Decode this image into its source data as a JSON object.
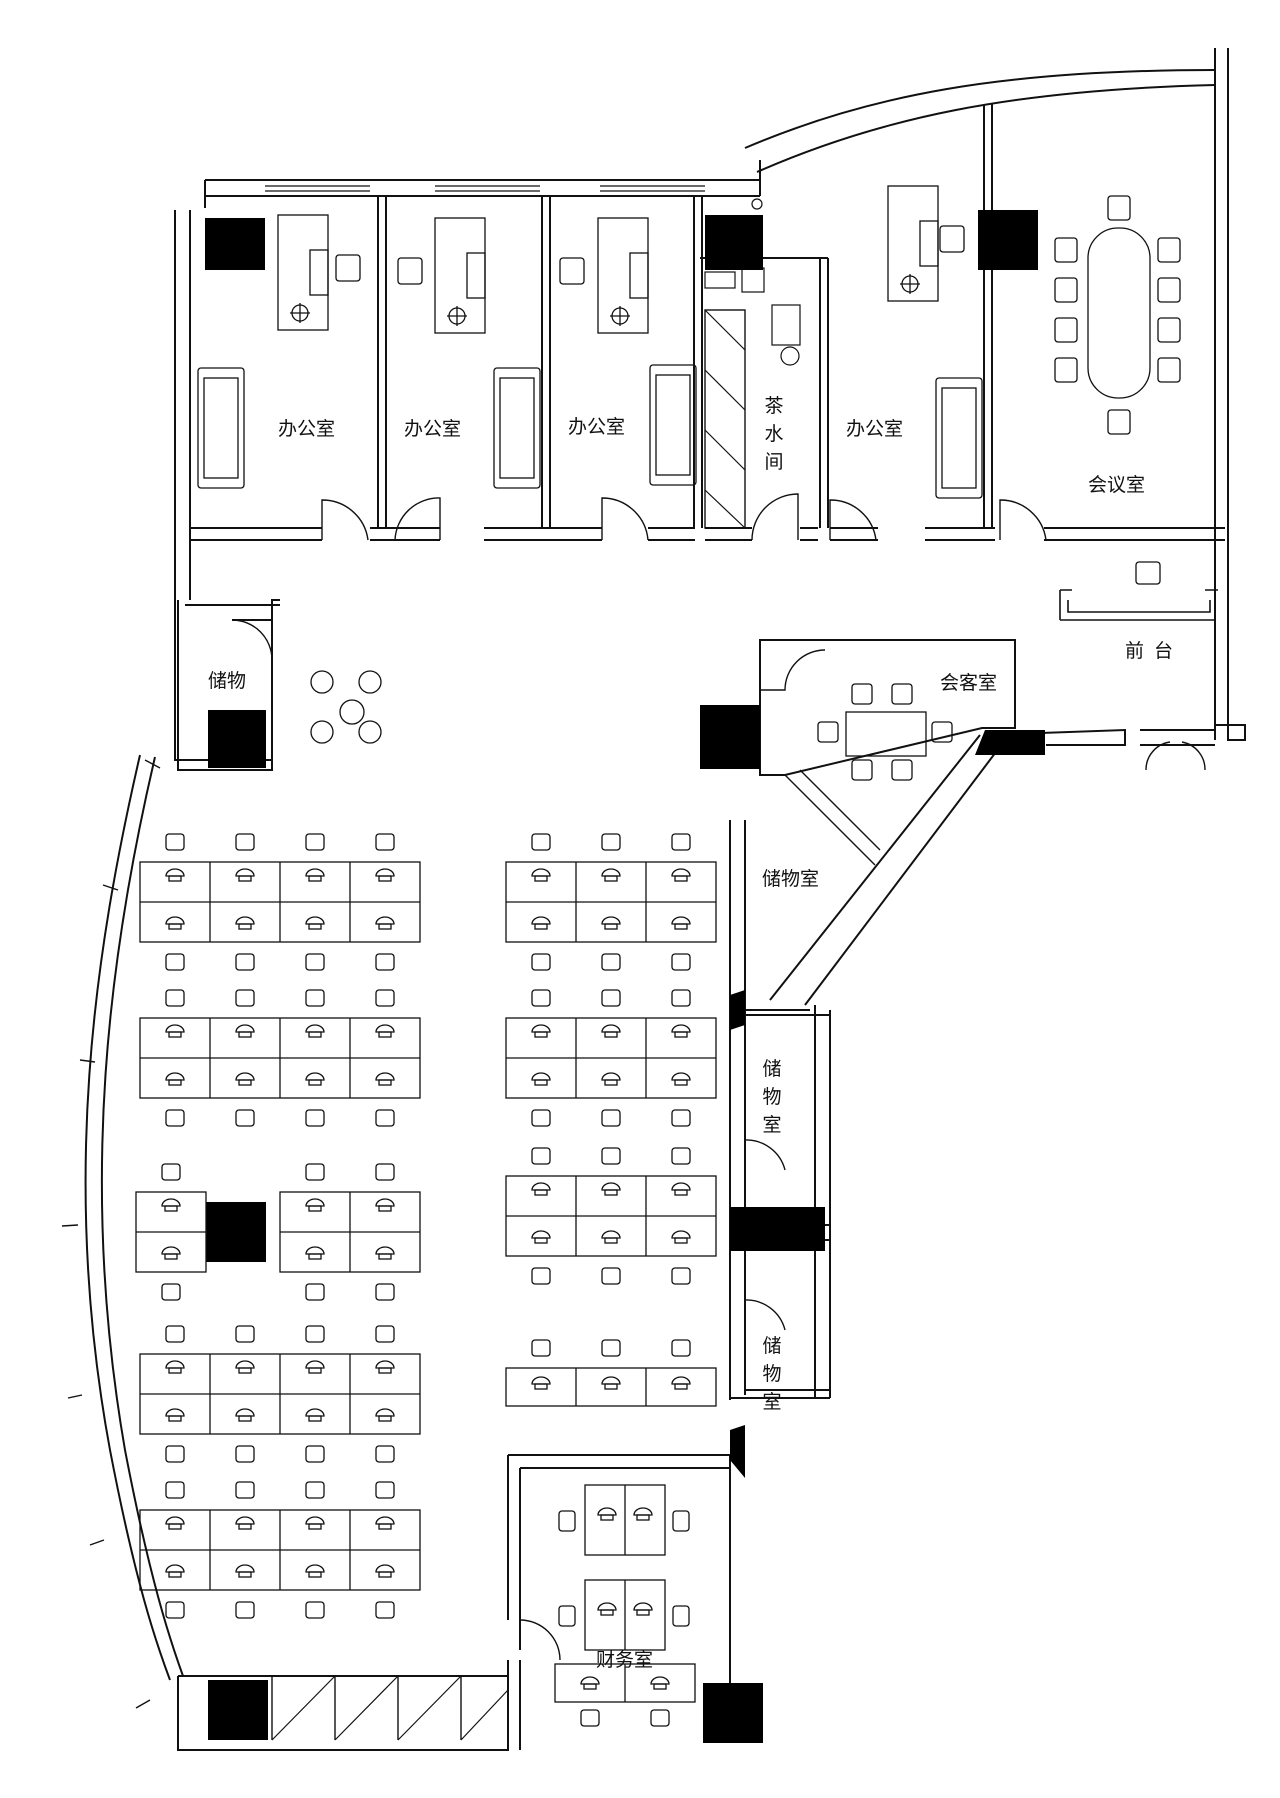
{
  "colors": {
    "line": "#111111",
    "column": "#000000",
    "background": "#ffffff"
  },
  "labels": {
    "office_1": "办公室",
    "office_2": "办公室",
    "office_3": "办公室",
    "office_4": "办公室",
    "meeting_room": "会议室",
    "reception": "前台",
    "reception_room": "会客室",
    "storage_small": "储物",
    "storage_room_top": "储物室",
    "finance_room": "财务室",
    "tea_room_chars": [
      "茶",
      "水",
      "间"
    ],
    "storage_v1_chars": [
      "储",
      "物",
      "室"
    ],
    "storage_v2_chars": [
      "储",
      "物",
      "室"
    ]
  }
}
